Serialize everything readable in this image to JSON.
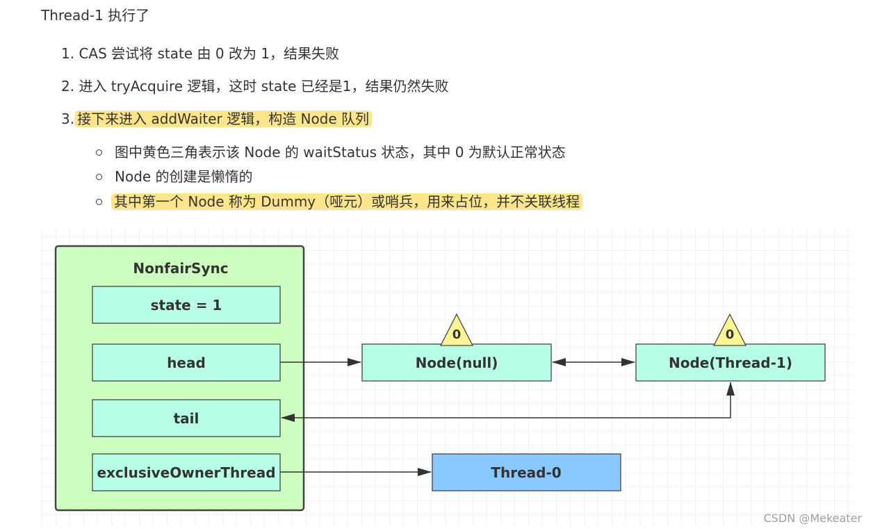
{
  "text": {
    "heading": "Thread-1 执行了",
    "ordered": [
      {
        "num": "1.",
        "text": "CAS 尝试将 state 由 0 改为 1，结果失败"
      },
      {
        "num": "2.",
        "text": "进入 tryAcquire 逻辑，这时 state 已经是1，结果仍然失败"
      },
      {
        "num": "3.",
        "text": "接下来进入 addWaiter 逻辑，构造 Node 队列"
      }
    ],
    "bullets": [
      "图中黄色三角表示该 Node 的 waitStatus 状态，其中 0 为默认正常状态",
      "Node 的创建是懒惰的",
      "其中第一个 Node 称为 Dummy（哑元）或哨兵，用来占位，并不关联线程"
    ]
  },
  "diagram": {
    "outer": {
      "label": "NonfairSync",
      "fill": "#ccffc0",
      "stroke": "#444444"
    },
    "fields": [
      "state = 1",
      "head",
      "tail",
      "exclusiveOwnerThread"
    ],
    "nodes": {
      "node_null": "Node(null)",
      "node_thread1": "Node(Thread-1)",
      "thread0": "Thread-0"
    },
    "wait_status": [
      "0",
      "0"
    ],
    "colors": {
      "field_fill": "#b7ffe6",
      "node_fill": "#b7ffe6",
      "thread_fill": "#88c9ff",
      "triangle_fill": "#fff590",
      "highlight": "#fde68a",
      "grid": "#e6e6e6"
    }
  },
  "watermark": "CSDN @Mekeater"
}
